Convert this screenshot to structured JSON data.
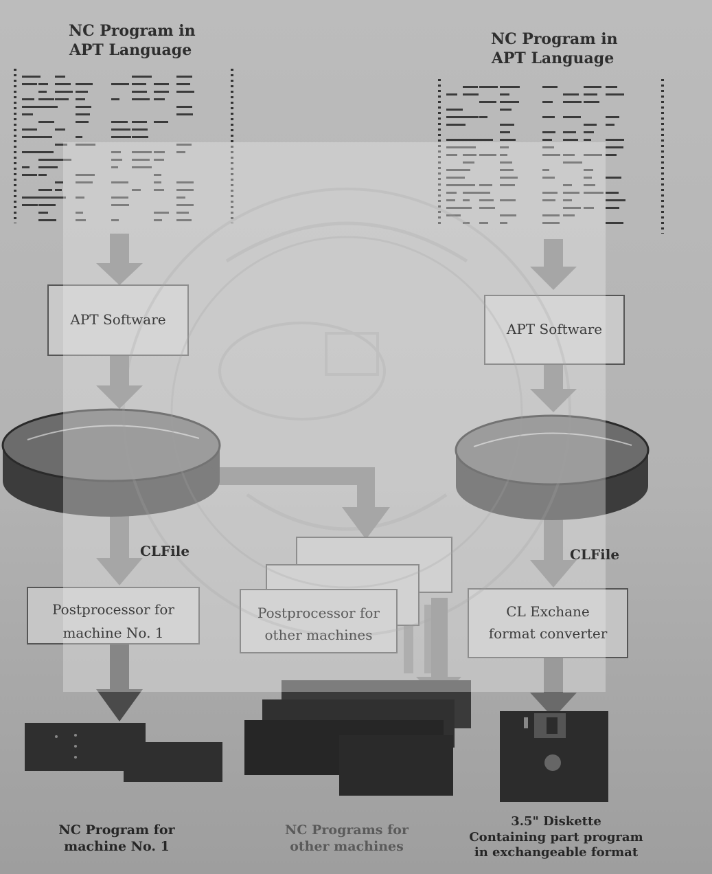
{
  "left_flow": {
    "title_line1": "NC Program in",
    "title_line2": "APT Language",
    "apt_box": "APT Software",
    "file_label": "CLFile",
    "post_box_line1": "Postprocessor for",
    "post_box_line2": "machine No. 1",
    "output_line1": "NC Program for",
    "output_line2": "machine No. 1"
  },
  "middle_flow": {
    "post_box_line1": "Postprocessor for",
    "post_box_line2": "other machines",
    "output_line1": "NC Programs for",
    "output_line2": "other machines"
  },
  "right_flow": {
    "title_line1": "NC Program in",
    "title_line2": "APT Language",
    "apt_box": "APT Software",
    "file_label": "CLFile",
    "converter_line1": "CL Exchane",
    "converter_line2": "format converter",
    "output_line1": "3.5\" Diskette",
    "output_line2": "Containing part program",
    "output_line3": "in exchangeable format"
  },
  "colors": {
    "arrow": "#7d7d7d",
    "box_border": "#555555",
    "disk_dark": "#3c3c3c",
    "disk_top": "#6c6c6c",
    "tape": "#2f2f2f",
    "overlay": "#e6e6e6"
  }
}
